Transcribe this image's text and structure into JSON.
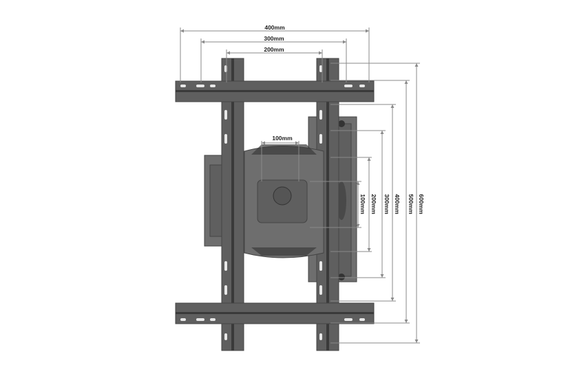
{
  "horizontal_dimensions": [
    "400mm",
    "300mm",
    "200mm",
    "100mm"
  ],
  "vertical_dimensions": [
    "100mm",
    "200mm",
    "300mm",
    "400mm",
    "500mm",
    "600mm"
  ],
  "colors": {
    "metal": "#5f5f5f",
    "dimension_line": "#8a8a8a",
    "label": "#222222"
  }
}
